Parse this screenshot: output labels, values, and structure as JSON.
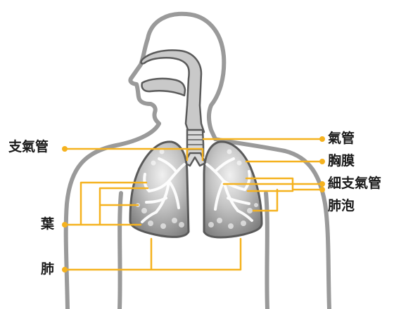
{
  "labels": {
    "bronchus": "支氣管",
    "lobe": "葉",
    "lung": "肺",
    "trachea": "氣管",
    "pleura": "胸膜",
    "bronchiole": "細支氣管",
    "alveolus": "肺泡"
  },
  "colors": {
    "leader": "#f5b21f",
    "outline": "#9a9a9a",
    "airway": "#c9c9c9",
    "lung_fill": "#8a8a8a",
    "text": "#1a1a1a"
  }
}
